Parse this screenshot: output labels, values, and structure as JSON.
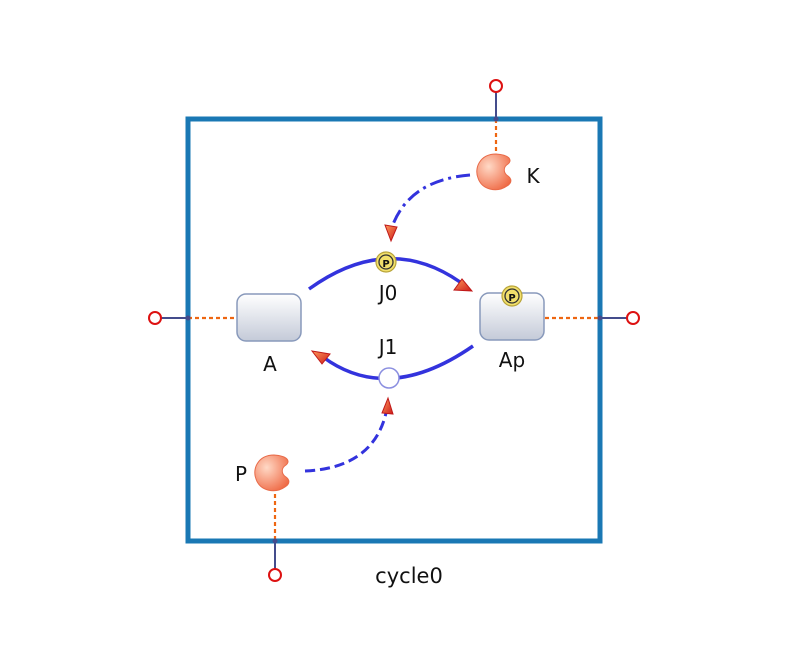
{
  "compartment": {
    "label": "cycle0",
    "border_color": "#1a78b4"
  },
  "species": [
    {
      "id": "A",
      "label": "A"
    },
    {
      "id": "Ap",
      "label": "Ap",
      "modification": "P"
    }
  ],
  "enzymes": [
    {
      "id": "K",
      "label": "K"
    },
    {
      "id": "P",
      "label": "P"
    }
  ],
  "reactions": [
    {
      "id": "J0",
      "label": "J0",
      "from": "A",
      "to": "Ap",
      "modifier": "K",
      "marker": "P"
    },
    {
      "id": "J1",
      "label": "J1",
      "from": "Ap",
      "to": "A",
      "modifier": "P"
    }
  ],
  "colors": {
    "reaction_arc": "#3333dd",
    "port_link": "#ee6611",
    "port_node": "#dd1111",
    "enzyme": "#f47a55",
    "species_fill": "#dde2ee",
    "species_border": "#8899bb",
    "phospho_badge": "#f2e06b"
  }
}
